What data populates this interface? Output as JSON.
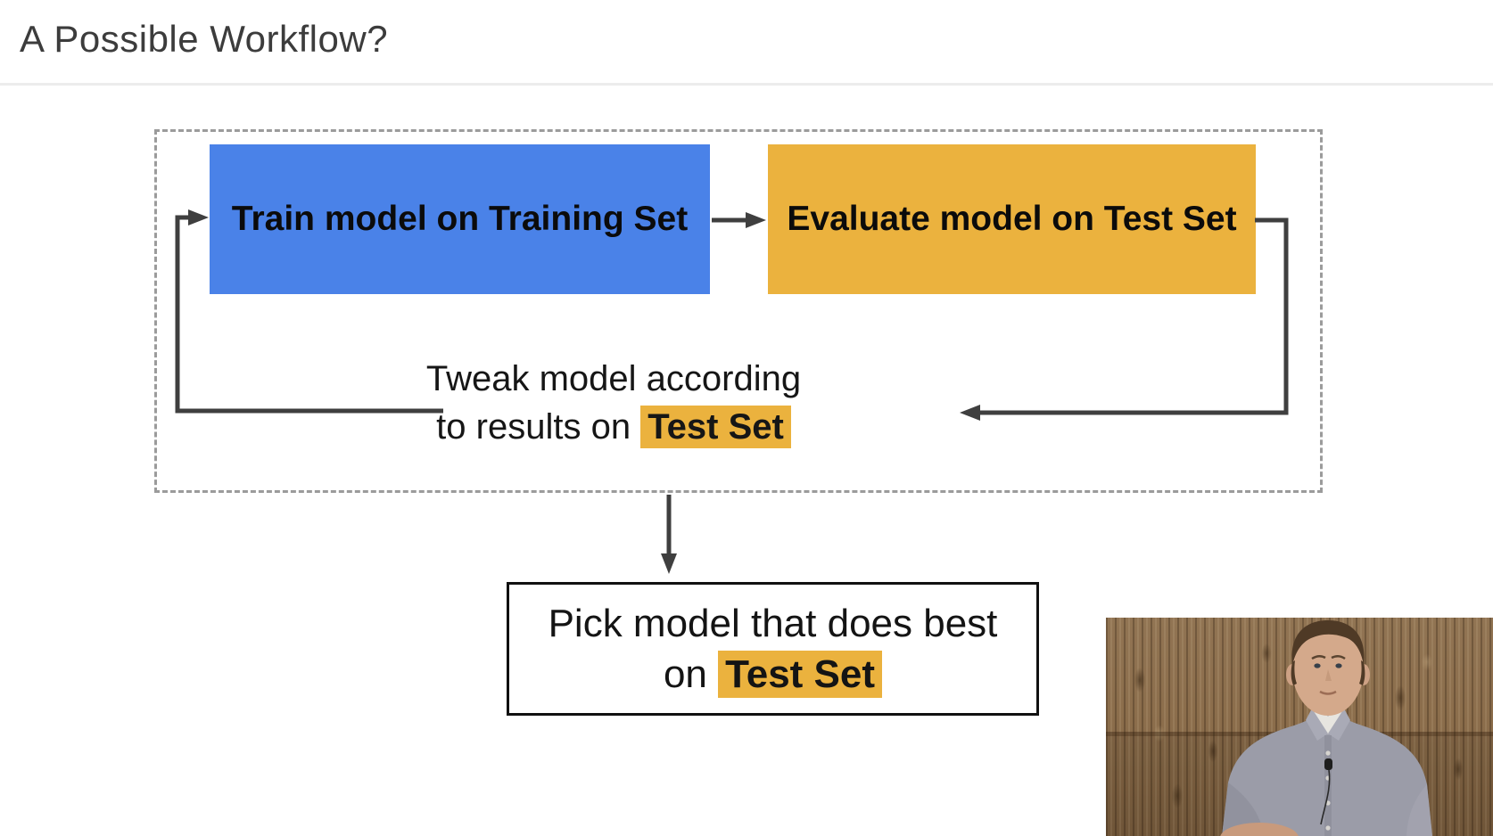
{
  "header": {
    "title": "A Possible Workflow?"
  },
  "diagram": {
    "train_box": {
      "label": "Train model on Training Set"
    },
    "evaluate_box": {
      "label": "Evaluate model on Test Set"
    },
    "tweak_note": {
      "line1": "Tweak model according",
      "line2_prefix": "to results on ",
      "line2_highlight": "Test Set"
    },
    "pick_box": {
      "line1": "Pick model that does best",
      "line2_prefix": "on ",
      "line2_highlight": "Test Set"
    }
  },
  "colors": {
    "train_blue": "#4a82e8",
    "accent_orange": "#ebb23e",
    "arrow_gray": "#3f3f3f",
    "dashed_border": "#9b9b9b"
  },
  "video": {
    "description": "Presenter speaking in front of wooden wall"
  }
}
